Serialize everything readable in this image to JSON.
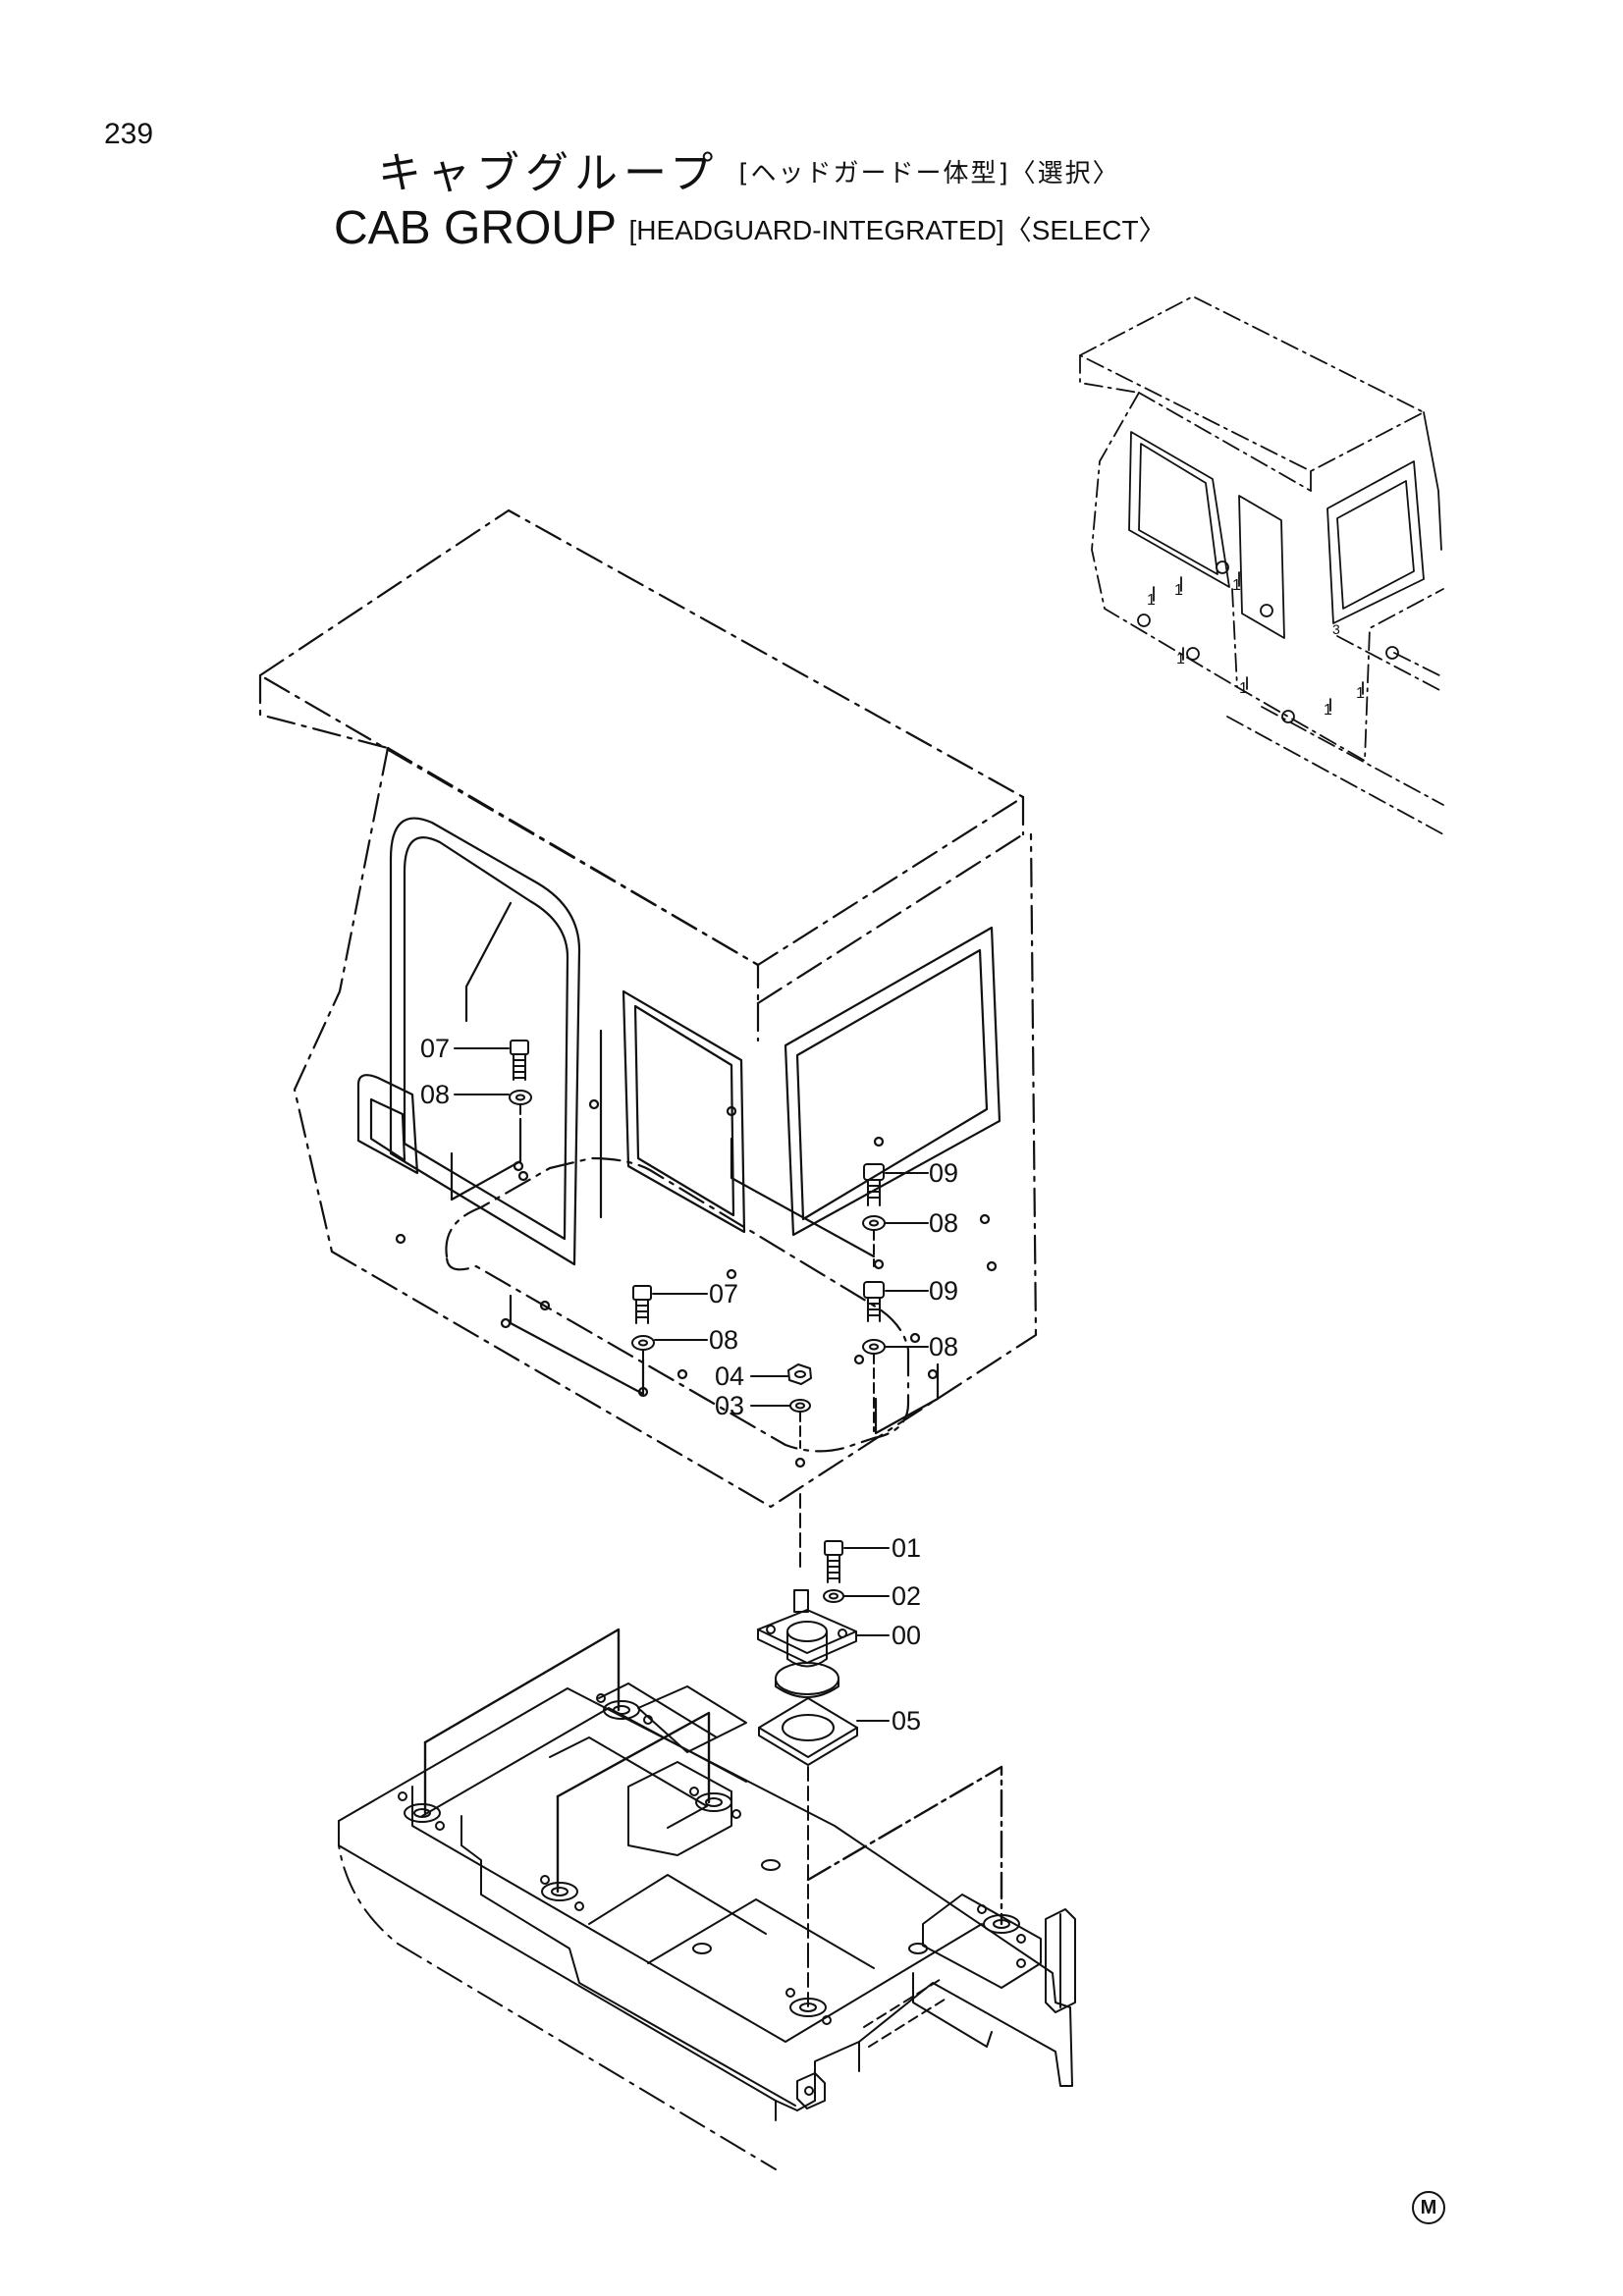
{
  "page_number": "239",
  "title_jp": "キャブグループ",
  "title_jp_sub": "[ヘッドガードー体型]〈選択〉",
  "title_en": "CAB GROUP",
  "title_en_sub": "[HEADGUARD-INTEGRATED]〈SELECT〉",
  "callouts": [
    "07",
    "08",
    "09",
    "08",
    "07",
    "09",
    "08",
    "08",
    "04",
    "03",
    "01",
    "02",
    "00",
    "05"
  ],
  "inset_labels": [
    "1",
    "1",
    "1",
    "1",
    "1",
    "1",
    "1",
    "3"
  ],
  "maker_mark": "M"
}
